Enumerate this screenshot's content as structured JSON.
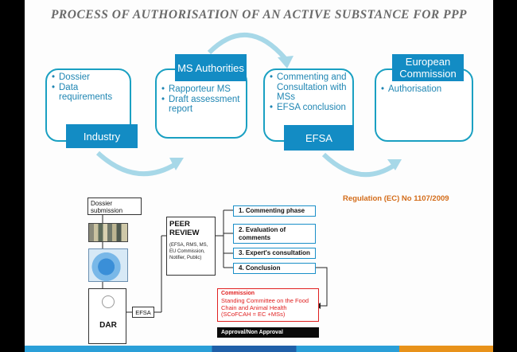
{
  "title": "PROCESS OF AUTHORISATION OF AN ACTIVE SUBSTANCE FOR PPP",
  "colors": {
    "accent": "#1aa0c2",
    "label_fill": "#138cc4",
    "text_blue": "#1f86b3",
    "regulation": "#d36b18",
    "commission_red": "#e02020"
  },
  "stages": [
    {
      "label": "Industry",
      "bullets": [
        "Dossier",
        "Data requirements"
      ]
    },
    {
      "label": "MS Authorities",
      "bullets": [
        "Rapporteur MS",
        "Draft assessment report"
      ]
    },
    {
      "label": "EFSA",
      "bullets": [
        "Commenting and Consultation with MSs",
        "EFSA conclusion"
      ]
    },
    {
      "label": "European Commission",
      "bullets": [
        "Authorisation"
      ]
    }
  ],
  "regulation": "Regulation (EC) No 1107/2009",
  "flow": {
    "dossier_submission": "Dossier submission",
    "dar": "DAR",
    "efsa": "EFSA",
    "peer_review_title": "PEER REVIEW",
    "peer_review_members": "(EFSA, RMS, MS, EU Commission, Notifier, Public)",
    "phases": [
      "1. Commenting phase",
      "2. Evaluation of comments",
      "3. Expert's consultation",
      "4. Conclusion"
    ],
    "commission_title": "Commission",
    "commission_body": "Standing Committee on the Food Chain and Animal Health (SCoFCAH = EC +MSs)",
    "approval": "Approval/Non Approval"
  }
}
